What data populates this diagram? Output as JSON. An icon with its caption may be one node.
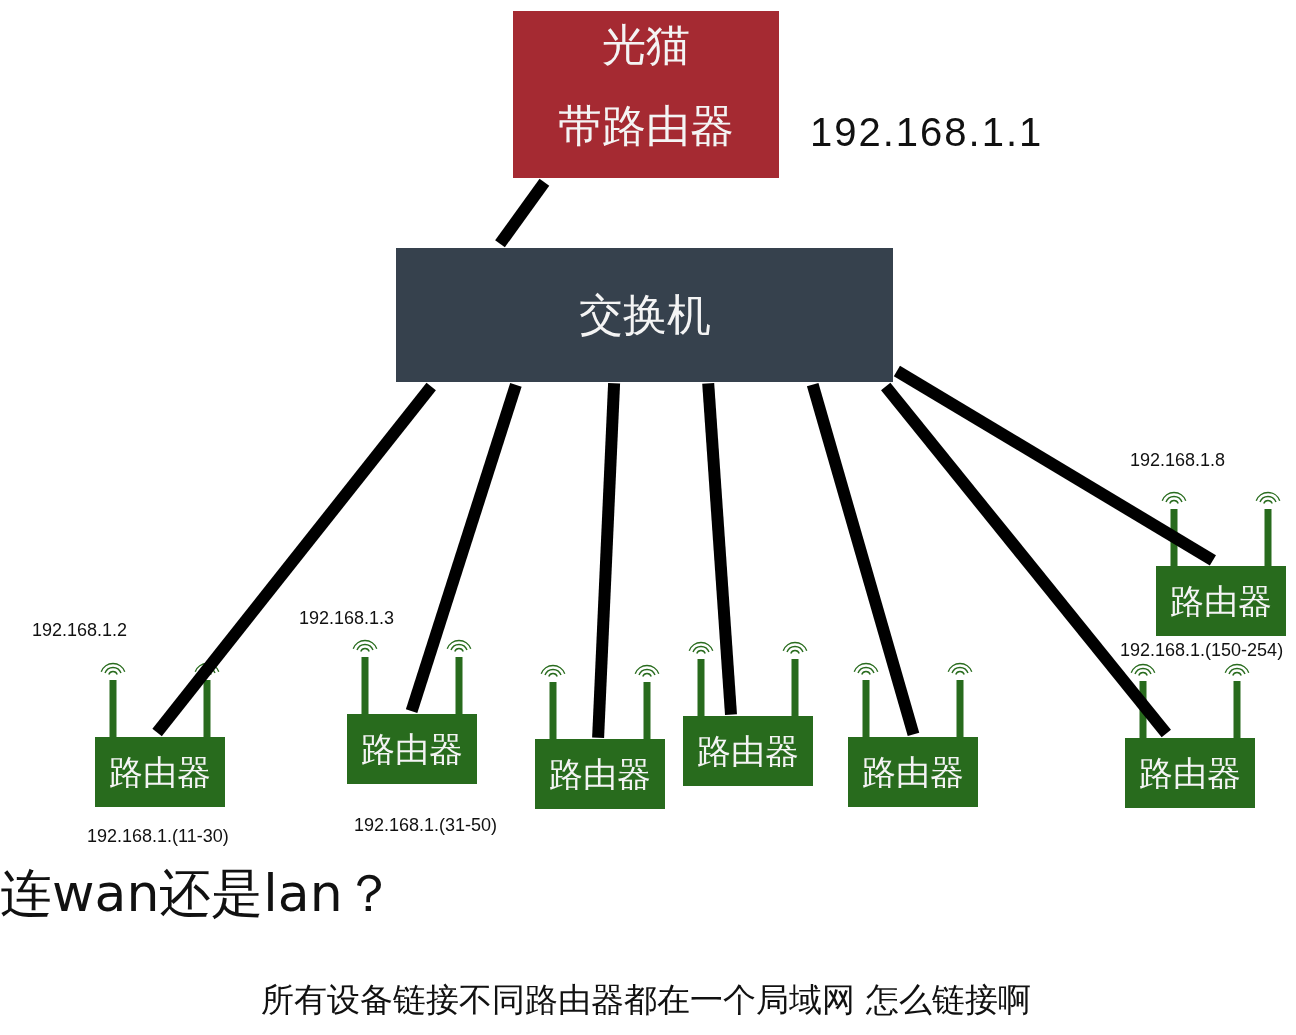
{
  "diagram": {
    "caption": "所有设备链接不同路由器都在一个局域网 怎么链接啊",
    "nodes": [
      {
        "text": [
          "光猫",
          "带路由器"
        ],
        "beside": [
          "192.168.1.1"
        ]
      },
      {
        "text": [
          "交换机"
        ]
      },
      {
        "text": [
          "路由器"
        ],
        "beside": [
          "192.168.1.(11-30)"
        ]
      },
      {
        "text": [
          "路由器"
        ],
        "beside": [
          "192.168.1.(31-50)"
        ]
      },
      {
        "text": [
          "路由器"
        ]
      },
      {
        "text": [
          "路由器"
        ]
      },
      {
        "text": [
          "路由器"
        ]
      },
      {
        "text": [
          "路由器"
        ]
      },
      {
        "text": [
          "路由器"
        ]
      }
    ],
    "edges": [
      {
        "from": 0,
        "to": 1,
        "arrow": "none"
      },
      {
        "from": 1,
        "to": 2,
        "arrow": "none"
      },
      {
        "from": 1,
        "to": 3,
        "arrow": "none"
      },
      {
        "from": 1,
        "to": 4,
        "arrow": "none"
      },
      {
        "from": 1,
        "to": 5,
        "arrow": "none"
      },
      {
        "from": 1,
        "to": 6,
        "arrow": "none"
      },
      {
        "from": 1,
        "to": 7,
        "arrow": "none"
      },
      {
        "from": 1,
        "to": 8,
        "arrow": "none"
      }
    ],
    "labels": [
      "192.168.1.8",
      "192.168.1.3",
      "192.168.1.2",
      "192.168.1.(150-254)",
      "连wan还是lan？"
    ]
  }
}
